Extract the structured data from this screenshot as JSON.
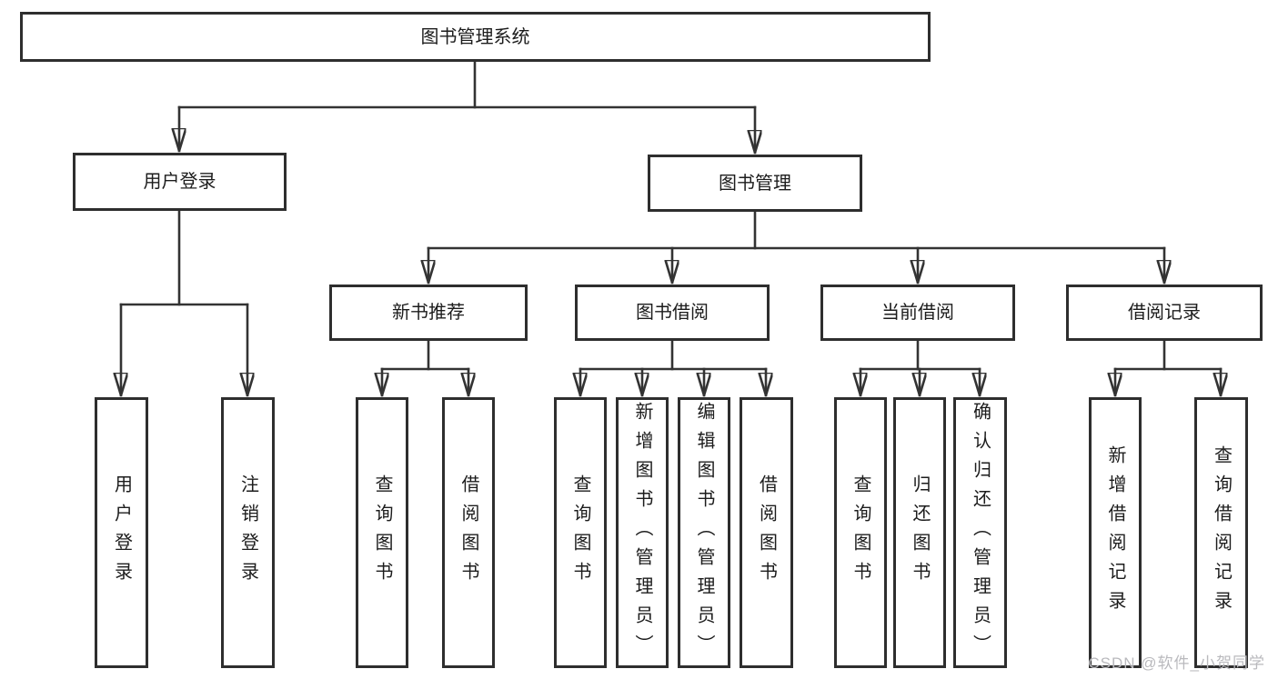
{
  "theme": {
    "background": "#ffffff",
    "line_color": "#333333",
    "border_color": "#2e2e2e",
    "text_color": "#1c1c1c",
    "watermark_color": "#b9b9bd"
  },
  "watermark": "CSDN @软件_小贺同学",
  "tree": {
    "root": {
      "label": "图书管理系统"
    },
    "branches": [
      {
        "label": "用户登录",
        "children": [
          {
            "label": "用户登录"
          },
          {
            "label": "注销登录"
          }
        ]
      },
      {
        "label": "图书管理",
        "children": [
          {
            "label": "新书推荐",
            "children": [
              {
                "label": "查询图书"
              },
              {
                "label": "借阅图书"
              }
            ]
          },
          {
            "label": "图书借阅",
            "children": [
              {
                "label": "查询图书"
              },
              {
                "label": "新增图书（管理员）"
              },
              {
                "label": "编辑图书（管理员）"
              },
              {
                "label": "借阅图书"
              }
            ]
          },
          {
            "label": "当前借阅",
            "children": [
              {
                "label": "查询图书"
              },
              {
                "label": "归还图书"
              },
              {
                "label": "确认归还（管理员）"
              }
            ]
          },
          {
            "label": "借阅记录",
            "children": [
              {
                "label": "新增借阅记录"
              },
              {
                "label": "查询借阅记录"
              }
            ]
          }
        ]
      }
    ]
  }
}
